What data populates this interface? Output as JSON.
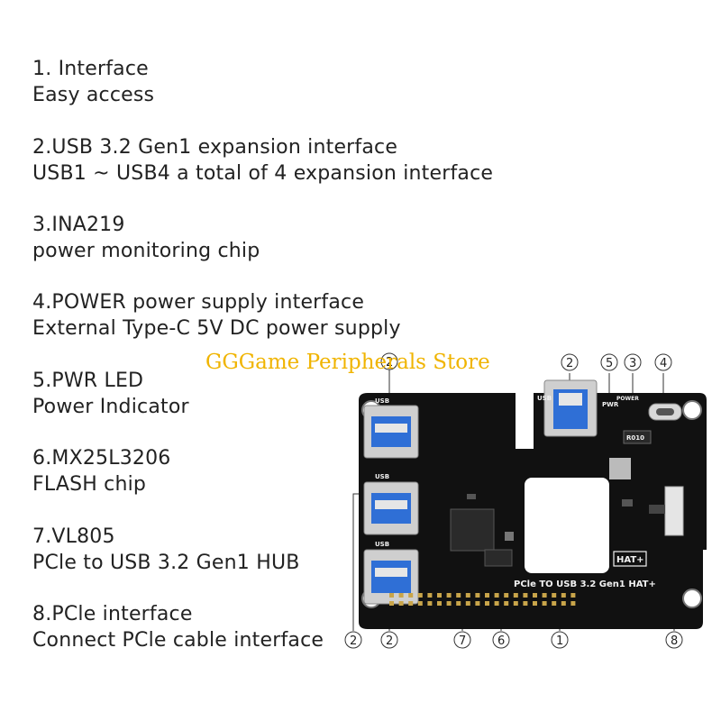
{
  "features": [
    {
      "title": "1. Interface",
      "desc": "Easy access"
    },
    {
      "title": "2.USB 3.2 Gen1 expansion interface",
      "desc": "USB1 ~ USB4 a total of 4 expansion interface"
    },
    {
      "title": "3.INA219",
      "desc": "power monitoring chip"
    },
    {
      "title": "4.POWER power supply interface",
      "desc": "External Type-C 5V DC power supply"
    },
    {
      "title": "5.PWR LED",
      "desc": "Power Indicator"
    },
    {
      "title": "6.MX25L3206",
      "desc": "FLASH chip"
    },
    {
      "title": "7.VL805",
      "desc": "PCle to USB 3.2 Gen1 HUB"
    },
    {
      "title": "8.PCle interface",
      "desc": "Connect PCle cable interface"
    }
  ],
  "watermark": "GGGame Peripherals Store",
  "board": {
    "name_label": "PCle TO USB 3.2 Gen1 HAT+",
    "hat_label": "HAT+",
    "usb_label": "USB",
    "pwr_label": "PWR",
    "power_label": "POWER",
    "chip_label": "R010"
  },
  "callouts": [
    "2",
    "5",
    "3",
    "4",
    "2",
    "2",
    "2",
    "7",
    "6",
    "1",
    "8"
  ],
  "colors": {
    "pcb": "#111111",
    "usb_blue": "#2f6fd6",
    "callout_ring": "#333333",
    "watermark": "#f0b400"
  }
}
